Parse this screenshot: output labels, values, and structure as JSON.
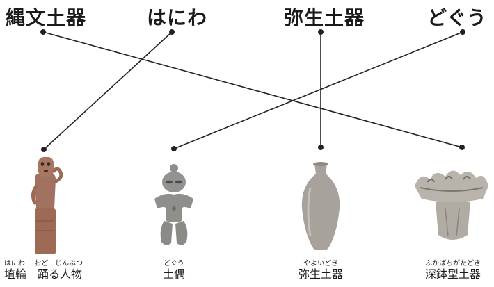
{
  "terms": [
    {
      "id": "jomon",
      "label": "縄文土器"
    },
    {
      "id": "haniwa",
      "label": "はにわ"
    },
    {
      "id": "yayoi",
      "label": "弥生土器"
    },
    {
      "id": "dogu",
      "label": "どぐう"
    }
  ],
  "artifacts": [
    {
      "id": "haniwa-figure",
      "ruby": "はにわ　 おど　じんぶつ",
      "name": "埴輪　踊る人物"
    },
    {
      "id": "dogu-figure",
      "ruby": "どぐう",
      "name": "土偶"
    },
    {
      "id": "yayoi-pot",
      "ruby": "やよいどき",
      "name": "弥生土器"
    },
    {
      "id": "jomon-pot",
      "ruby": "ふかばちがたどき",
      "name": "深鉢型土器"
    }
  ],
  "connections": [
    {
      "term": "jomon",
      "artifact": "jomon-pot"
    },
    {
      "term": "haniwa",
      "artifact": "haniwa-figure"
    },
    {
      "term": "yayoi",
      "artifact": "yayoi-pot"
    },
    {
      "term": "dogu",
      "artifact": "dogu-figure"
    }
  ],
  "colors": {
    "line": "#222222",
    "clay_reddish": "#a0705a",
    "clay_gray": "#8f8f8c",
    "clay_light": "#b3aea6"
  }
}
